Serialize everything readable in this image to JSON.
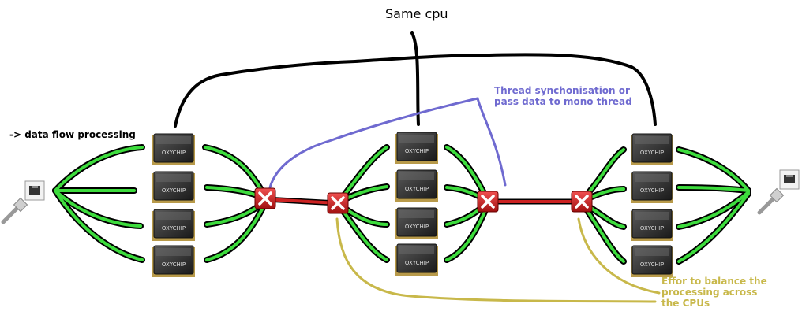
{
  "title": "Same cpu",
  "flow_label": "-> data flow processing",
  "sync_label_line1": "Thread synchonisation or",
  "sync_label_line2": "pass data to mono thread",
  "balance_label_line1": "Effor to balance the",
  "balance_label_line2": "processing across",
  "balance_label_line3": "the CPUs",
  "chip_brand": "OXYCHIP",
  "colors": {
    "green": "#3ddc3d",
    "red": "#cc2222",
    "purple": "#6f6ad0",
    "gold": "#c8b84a",
    "black": "#000000"
  },
  "icons": {
    "network_port": "ethernet-port-icon",
    "error_node": "error-x-icon",
    "cpu": "cpu-chip-icon"
  }
}
